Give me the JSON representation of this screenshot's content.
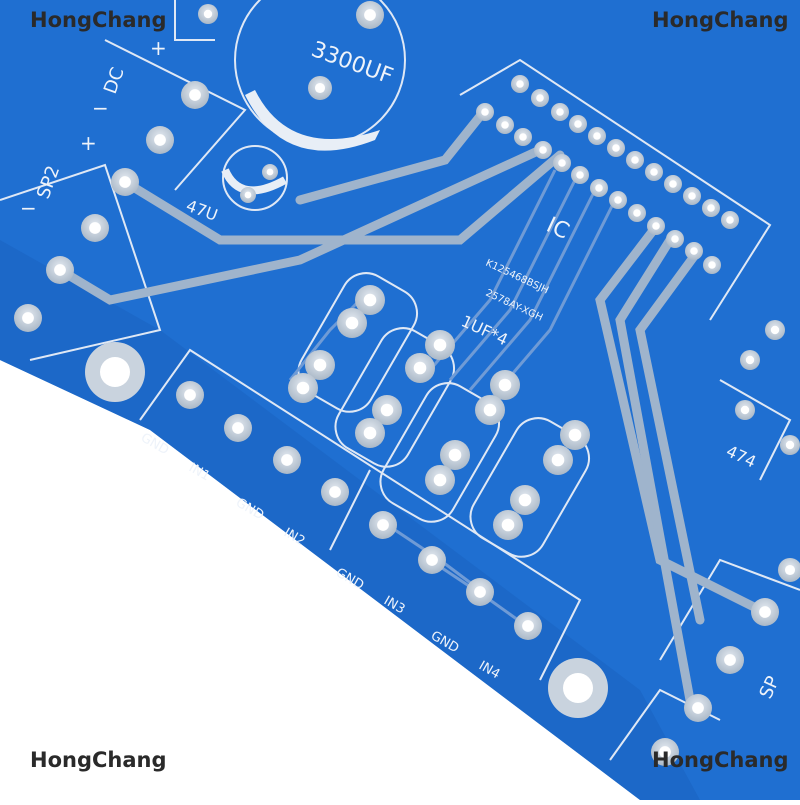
{
  "watermark": "HongChang",
  "colors": {
    "board": "#1f6fd1",
    "board_dark": "#155bb5",
    "trace": "#9fb4cc",
    "pad": "#c9d3de",
    "silk": "#eef3fa",
    "background": "#ffffff"
  },
  "board": {
    "cap_large_label": "3300UF",
    "cap_small_label": "47U",
    "dc_label": "DC",
    "dc_plus": "+",
    "dc_minus": "−",
    "sp2_label": "SP2",
    "sp_plus": "+",
    "sp_minus": "−",
    "ic_label": "IC",
    "chip_code_1": "K125468BSJH",
    "chip_code_2": "2578AY-XGH",
    "input_cap_label": "1UF*4",
    "cap_474_label": "474",
    "sp_right_label": "SP",
    "inputs": [
      "GND",
      "IN1",
      "GND",
      "IN2",
      "GND",
      "IN3",
      "GND",
      "IN4"
    ]
  }
}
